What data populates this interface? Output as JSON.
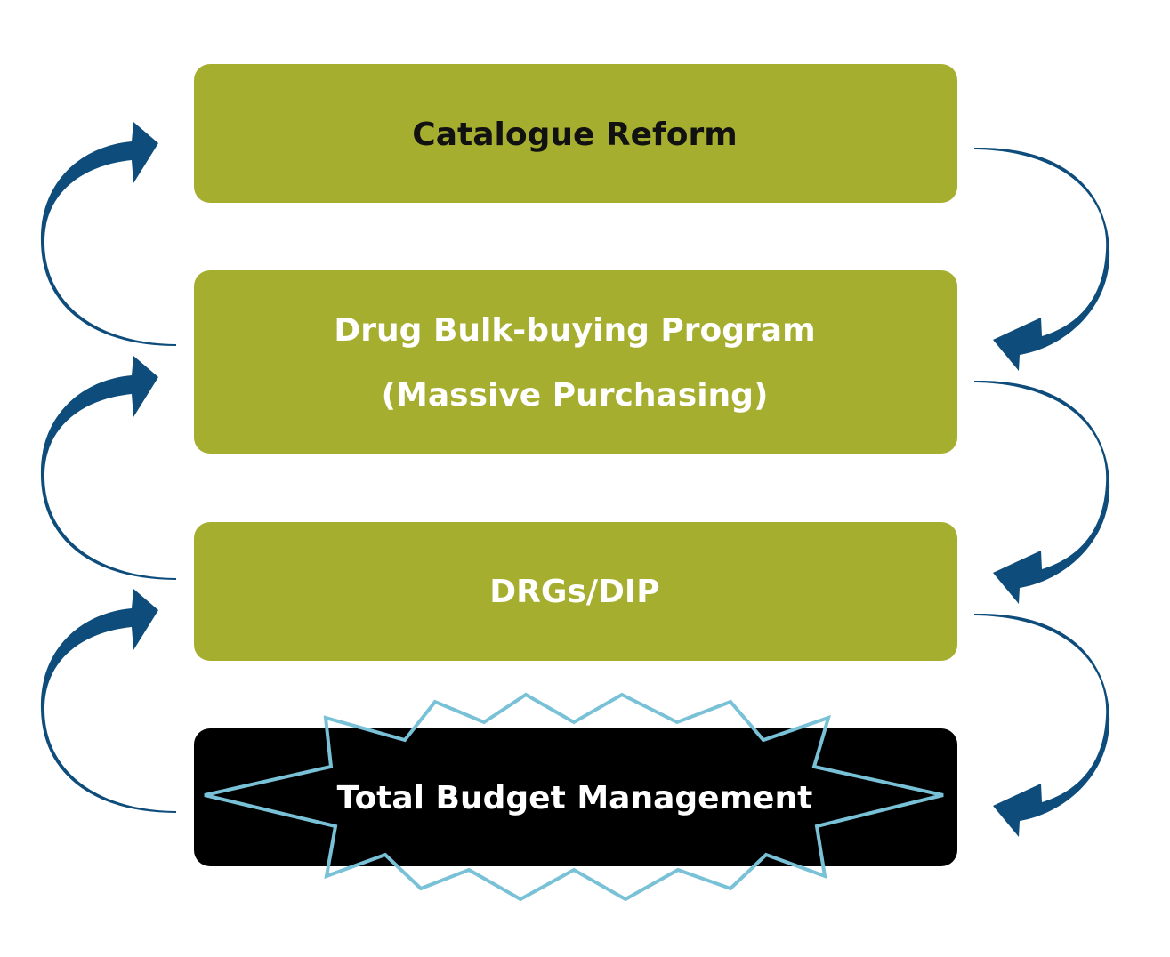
{
  "colors": {
    "box_fill": "#a6ae2f",
    "box_final_fill": "#000000",
    "arrow": "#0e4d7b",
    "starburst_outline": "#79c1d6",
    "text_dark": "#111111",
    "text_light": "#ffffff"
  },
  "boxes": [
    {
      "id": "catalogue",
      "lines": [
        "Catalogue Reform"
      ]
    },
    {
      "id": "bulk-buying",
      "lines": [
        "Drug Bulk-buying Program",
        "(Massive Purchasing)"
      ]
    },
    {
      "id": "drgs",
      "lines": [
        "DRGs/DIP"
      ]
    },
    {
      "id": "total-budget",
      "lines": [
        "Total Budget Management"
      ]
    }
  ]
}
